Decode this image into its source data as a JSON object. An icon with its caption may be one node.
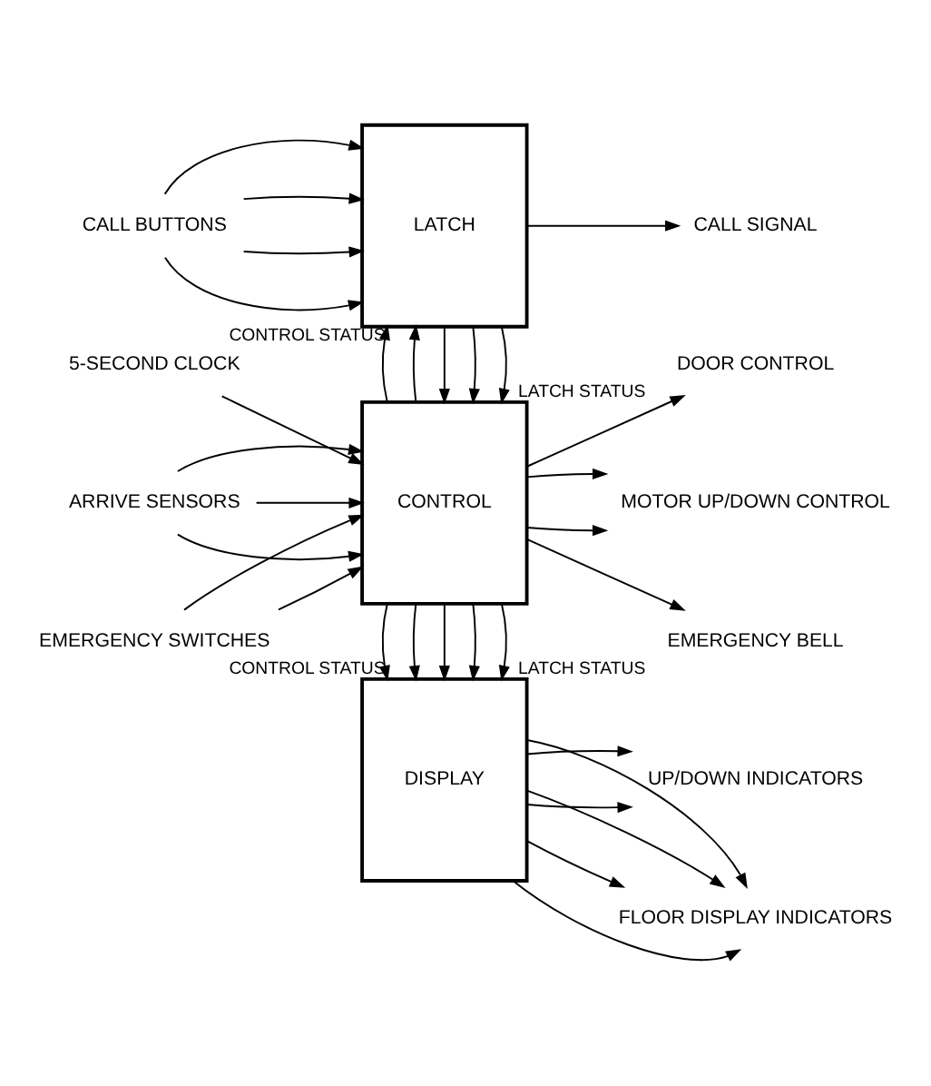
{
  "diagram": {
    "nodes": [
      {
        "text": [
          "LATCH"
        ]
      },
      {
        "text": [
          "CONTROL"
        ]
      },
      {
        "text": [
          "DISPLAY"
        ]
      },
      {
        "text": [
          "CALL BUTTONS"
        ]
      },
      {
        "text": [
          "CALL SIGNAL"
        ]
      },
      {
        "text": [
          "5-SECOND CLOCK"
        ]
      },
      {
        "text": [
          "ARRIVE SENSORS"
        ]
      },
      {
        "text": [
          "EMERGENCY SWITCHES"
        ]
      },
      {
        "text": [
          "DOOR CONTROL"
        ]
      },
      {
        "text": [
          "MOTOR UP/DOWN CONTROL"
        ]
      },
      {
        "text": [
          "EMERGENCY BELL"
        ]
      },
      {
        "text": [
          "UP/DOWN INDICATORS"
        ]
      },
      {
        "text": [
          "FLOOR DISPLAY INDICATORS"
        ]
      }
    ],
    "edges": [
      {
        "from": 3,
        "to": 0,
        "arrow": "to"
      },
      {
        "from": 3,
        "to": 0,
        "arrow": "to"
      },
      {
        "from": 3,
        "to": 0,
        "arrow": "to"
      },
      {
        "from": 3,
        "to": 0,
        "arrow": "to"
      },
      {
        "from": 0,
        "to": 4,
        "arrow": "to"
      },
      {
        "from": 0,
        "to": 1,
        "arrow": "to",
        "label": "LATCH STATUS"
      },
      {
        "from": 0,
        "to": 1,
        "arrow": "to"
      },
      {
        "from": 0,
        "to": 1,
        "arrow": "to"
      },
      {
        "from": 1,
        "to": 0,
        "arrow": "to"
      },
      {
        "from": 1,
        "to": 0,
        "arrow": "to",
        "label": "CONTROL STATUS"
      },
      {
        "from": 5,
        "to": 1,
        "arrow": "to"
      },
      {
        "from": 6,
        "to": 1,
        "arrow": "to"
      },
      {
        "from": 6,
        "to": 1,
        "arrow": "to"
      },
      {
        "from": 6,
        "to": 1,
        "arrow": "to"
      },
      {
        "from": 7,
        "to": 1,
        "arrow": "to"
      },
      {
        "from": 7,
        "to": 1,
        "arrow": "to"
      },
      {
        "from": 1,
        "to": 8,
        "arrow": "to"
      },
      {
        "from": 1,
        "to": 9,
        "arrow": "to"
      },
      {
        "from": 1,
        "to": 9,
        "arrow": "to"
      },
      {
        "from": 1,
        "to": 10,
        "arrow": "to"
      },
      {
        "from": 1,
        "to": 2,
        "arrow": "to",
        "label": "LATCH STATUS"
      },
      {
        "from": 1,
        "to": 2,
        "arrow": "to"
      },
      {
        "from": 1,
        "to": 2,
        "arrow": "to"
      },
      {
        "from": 1,
        "to": 2,
        "arrow": "to"
      },
      {
        "from": 1,
        "to": 2,
        "arrow": "to",
        "label": "CONTROL STATUS"
      },
      {
        "from": 2,
        "to": 11,
        "arrow": "to"
      },
      {
        "from": 2,
        "to": 11,
        "arrow": "to"
      },
      {
        "from": 2,
        "to": 12,
        "arrow": "to"
      },
      {
        "from": 2,
        "to": 12,
        "arrow": "to"
      },
      {
        "from": 2,
        "to": 12,
        "arrow": "to"
      },
      {
        "from": 2,
        "to": 12,
        "arrow": "to"
      }
    ]
  }
}
